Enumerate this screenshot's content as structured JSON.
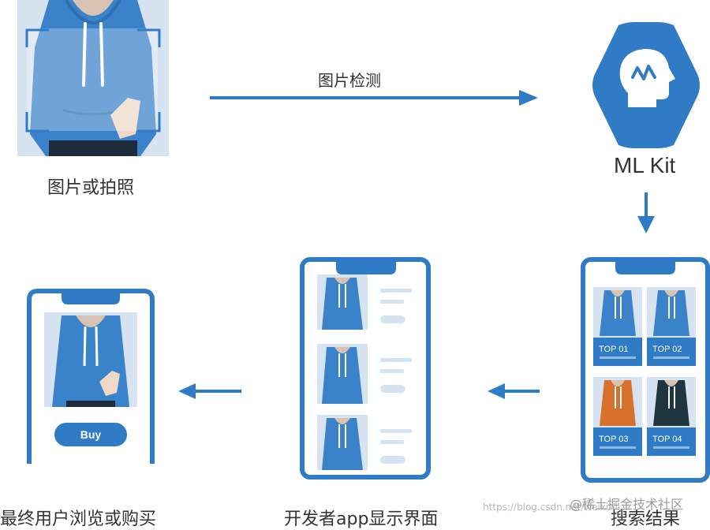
{
  "labels": {
    "source": "图片或拍照",
    "detection_arrow": "图片检测",
    "mlkit": "ML Kit",
    "search_results": "搜索结果",
    "developer_app": "开发者app显示界面",
    "end_user": "最终用户浏览或购买"
  },
  "buy_button": "Buy",
  "result_tiles": [
    "TOP 01",
    "TOP 02",
    "TOP 03",
    "TOP 04"
  ],
  "watermark": {
    "url": "https://blog.csdn.net/weixin_...",
    "site": "@稀土掘金技术社区"
  },
  "colors": {
    "accent": "#2f7bc6",
    "hoodie": "#3a82c9",
    "hoodie_orange": "#d8712c",
    "hoodie_dark": "#1f3640",
    "photo_bg": "#d7e3f1",
    "text": "#333333"
  },
  "icons": [
    "ml-kit-hexagon-icon",
    "head-icon"
  ]
}
